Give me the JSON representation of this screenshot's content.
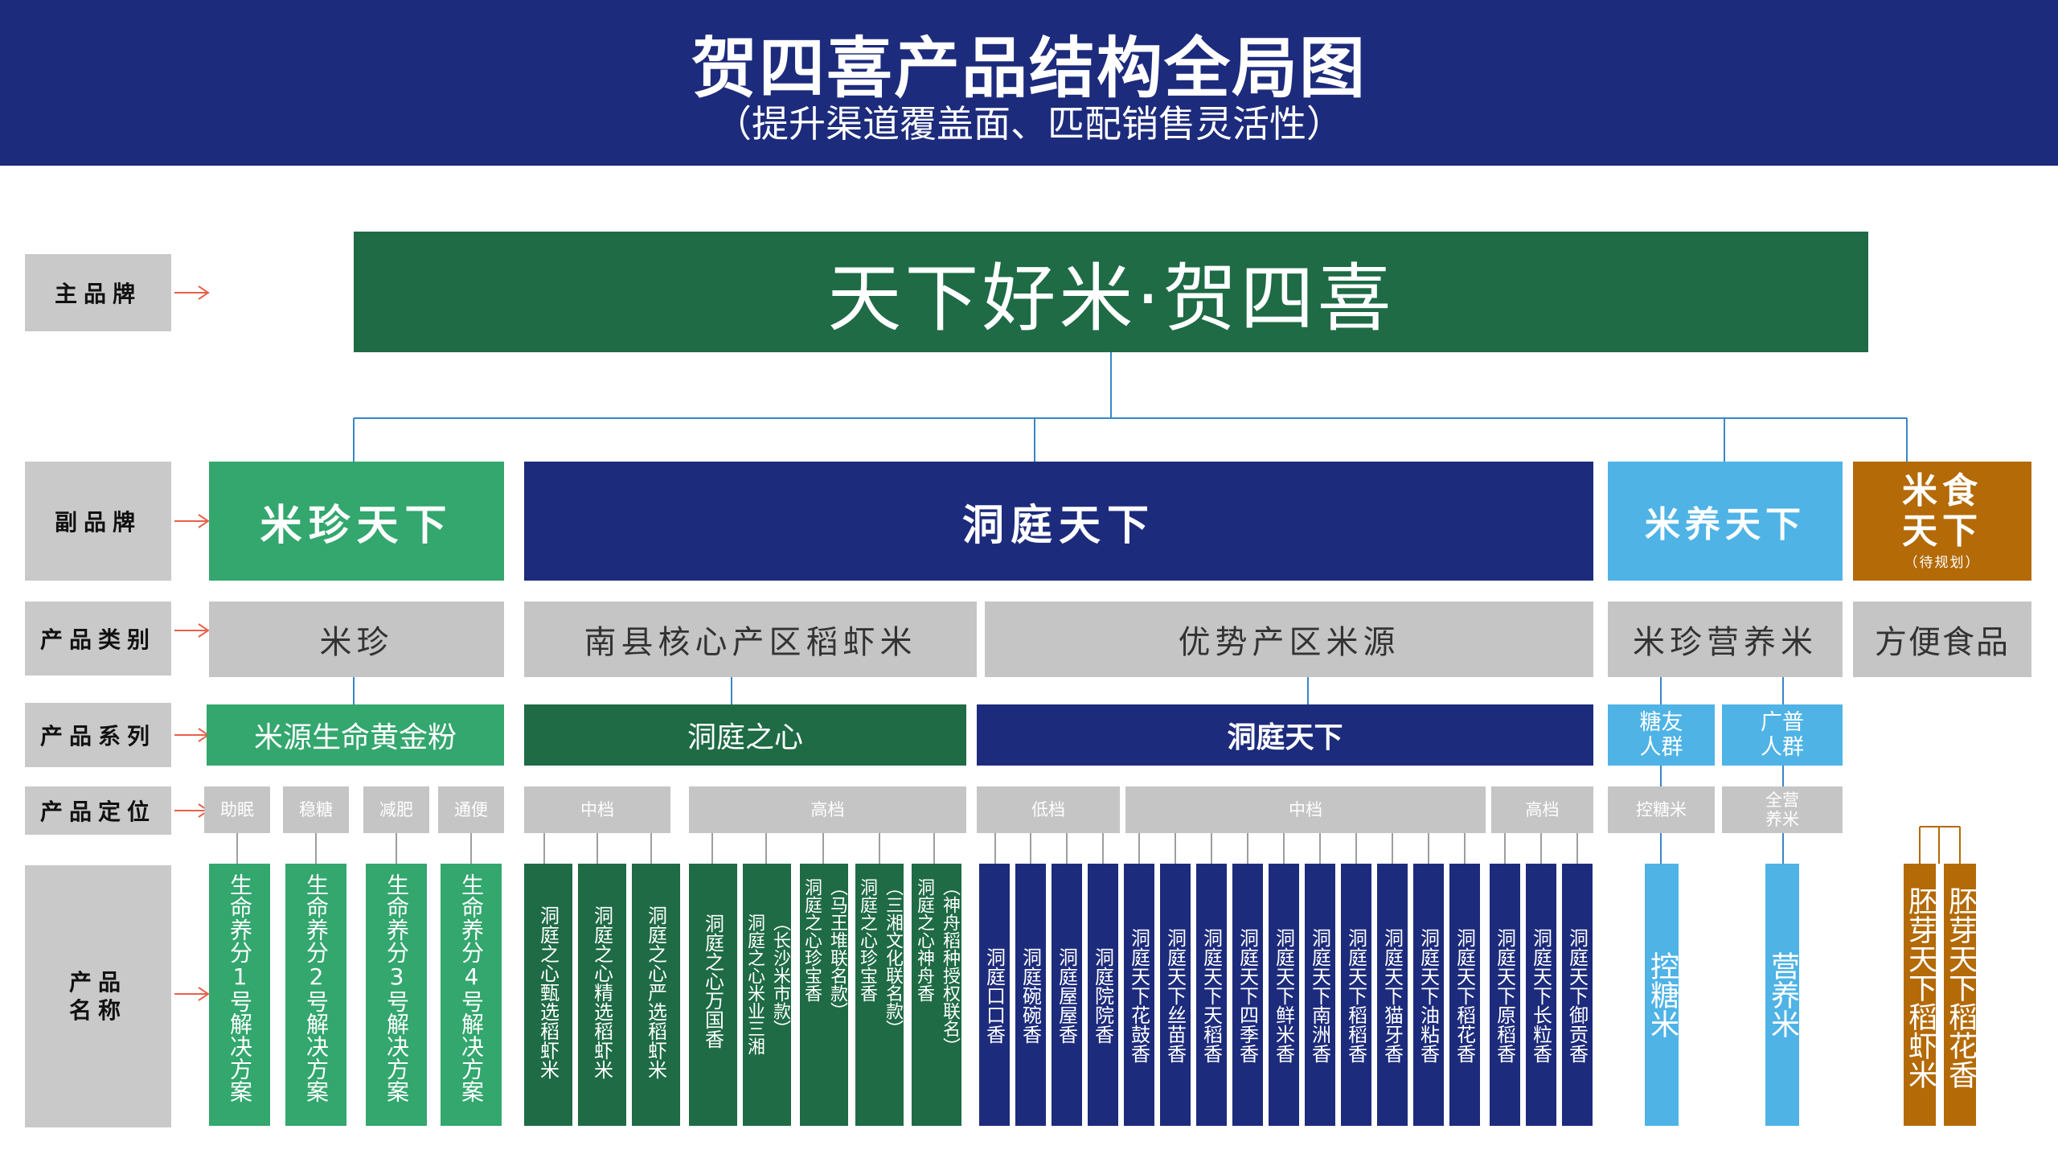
{
  "header": {
    "title": "贺四喜产品结构全局图",
    "subtitle": "（提升渠道覆盖面、匹配销售灵活性）"
  },
  "colors": {
    "header_bg": "#1d2b7c",
    "dark_green": "#1e6b45",
    "light_green": "#33a76e",
    "navy": "#1d2b7c",
    "sky_blue": "#4fb3e6",
    "orange_brown": "#b36a07",
    "grey": "#c5c5c5",
    "connector": "#3a86c8",
    "arrow": "#e8604a"
  },
  "row_labels": {
    "main_brand": "主品牌",
    "sub_brand": "副品牌",
    "category": "产品类别",
    "series": "产品系列",
    "positioning": "产品定位",
    "product_name": "产品\n名称"
  },
  "main_brand": "天下好米·贺四喜",
  "sub_brands": {
    "mizhen": "米珍天下",
    "dongting": "洞庭天下",
    "miyang": "米养天下",
    "mishi": "米食\n天下",
    "mishi_note": "（待规划）"
  },
  "categories": {
    "mizhen": "米珍",
    "nanxian": "南县核心产区稻虾米",
    "youshi": "优势产区米源",
    "yingyang": "米珍营养米",
    "fangbian": "方便食品"
  },
  "series": {
    "mizhen": "米源生命黄金粉",
    "dongting_heart": "洞庭之心",
    "dongting_tianxia": "洞庭天下",
    "tangyou": "糖友\n人群",
    "guangpu": "广普\n人群"
  },
  "positioning": {
    "zhumian": "助眠",
    "wentang": "稳糖",
    "jianfei": "减肥",
    "tongbian": "通便",
    "heart_mid": "中档",
    "heart_high": "高档",
    "tx_low": "低档",
    "tx_mid": "中档",
    "tx_high": "高档",
    "kongtang": "控糖米",
    "quanying": "全营\n养米"
  },
  "products": {
    "mizhen": [
      "生命养分1号解决方案",
      "生命养分2号解决方案",
      "生命养分3号解决方案",
      "生命养分4号解决方案"
    ],
    "heart_mid": [
      "洞庭之心甄选稻虾米",
      "洞庭之心精选稻虾米",
      "洞庭之心严选稻虾米"
    ],
    "heart_high": [
      [
        "洞庭之心万国香"
      ],
      [
        "洞庭之心米业三湘",
        "（长沙米市款）"
      ],
      [
        "洞庭之心珍宝香",
        "（马王堆联名款）"
      ],
      [
        "洞庭之心珍宝香",
        "（三湘文化联名款）"
      ],
      [
        "洞庭之心神舟香",
        "（神舟稻种授权联名）"
      ]
    ],
    "tx_low": [
      "洞庭口口香",
      "洞庭碗碗香",
      "洞庭屋屋香",
      "洞庭院院香"
    ],
    "tx_mid": [
      "洞庭天下花鼓香",
      "洞庭天下丝苗香",
      "洞庭天下天稻香",
      "洞庭天下四季香",
      "洞庭天下鲜米香",
      "洞庭天下南洲香",
      "洞庭天下稻稻香",
      "洞庭天下猫牙香",
      "洞庭天下油粘香",
      "洞庭天下稻花香"
    ],
    "tx_high": [
      "洞庭天下原稻香",
      "洞庭天下长粒香",
      "洞庭天下御贡香"
    ],
    "kongtang": "控糖米",
    "yingyang": "营养米",
    "mishi": [
      "胚芽天下稻虾米",
      "胚芽天下稻花香"
    ]
  }
}
